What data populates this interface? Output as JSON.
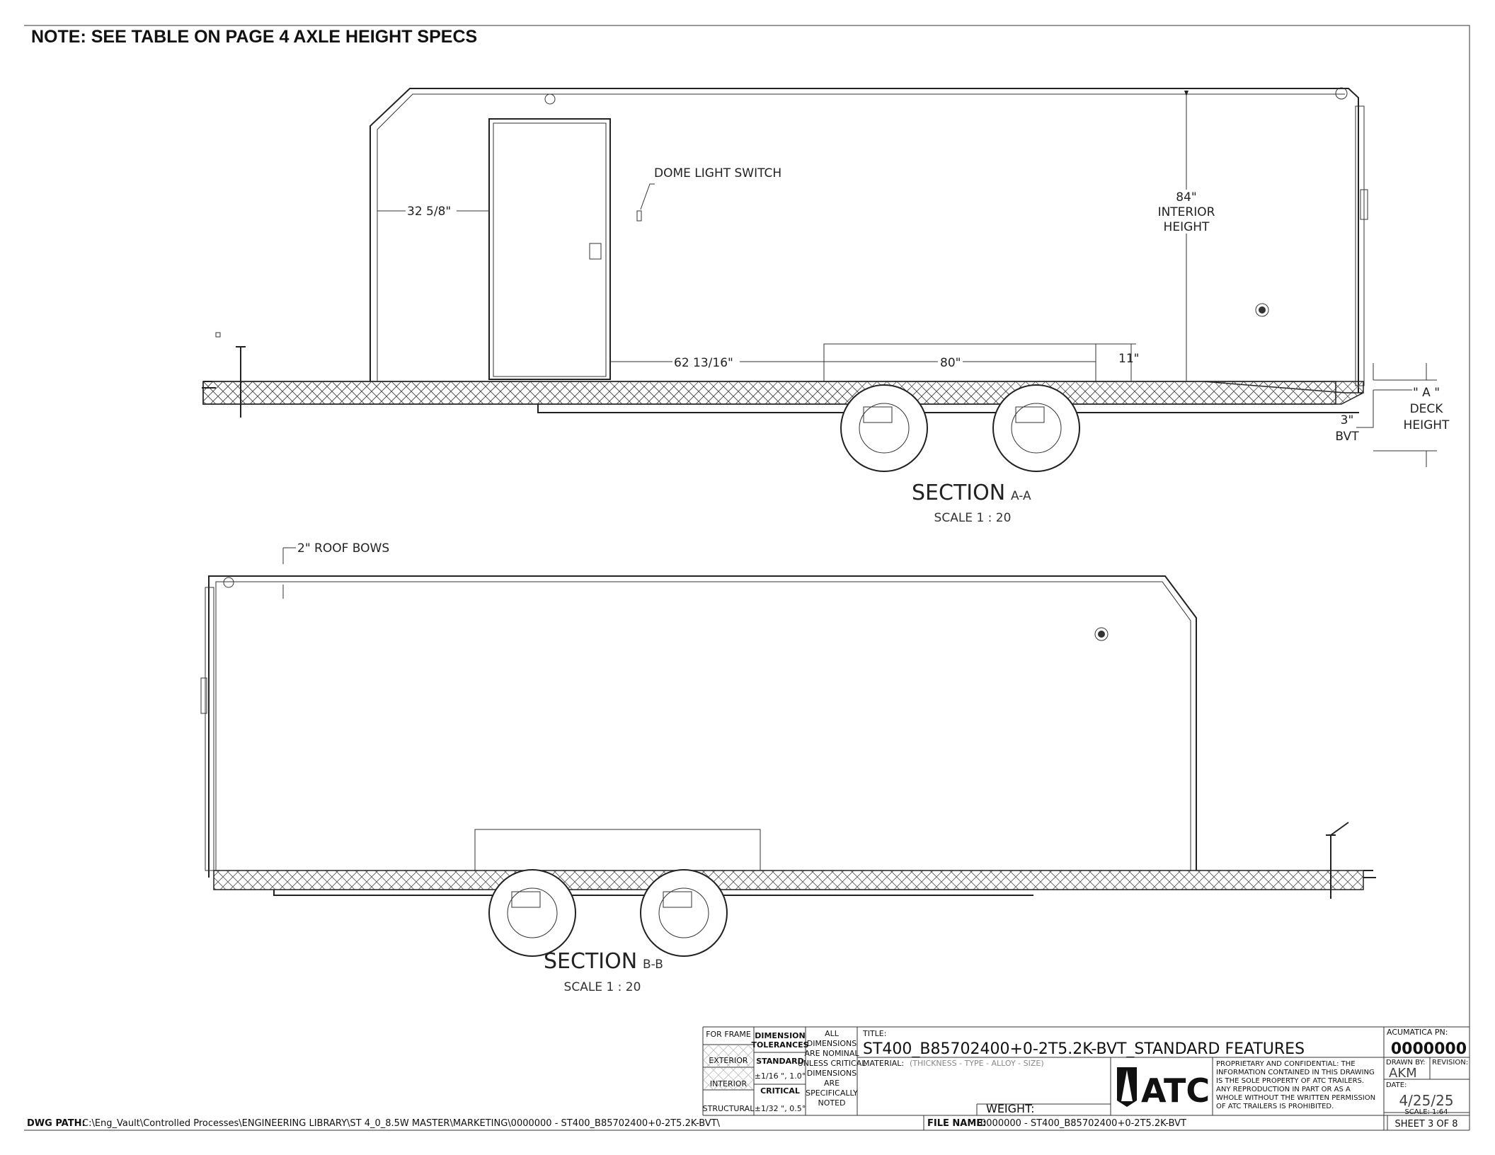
{
  "note": "NOTE: SEE TABLE ON PAGE 4 AXLE HEIGHT SPECS",
  "section_a": {
    "title": "SECTION",
    "suffix": "A-A",
    "scale": "SCALE 1 : 20",
    "dims": {
      "door_offset": "32 5/8\"",
      "dome_light": "DOME LIGHT SWITCH",
      "interior_height": [
        "84\"",
        "INTERIOR",
        "HEIGHT"
      ],
      "door_to_box": "62 13/16\"",
      "box_length": "80\"",
      "box_height": "11\"",
      "bvt": [
        "3\"",
        "BVT"
      ],
      "deck_height": [
        "\" A \"",
        "DECK",
        "HEIGHT"
      ]
    }
  },
  "section_b": {
    "title": "SECTION",
    "suffix": "B-B",
    "scale": "SCALE 1 : 20",
    "roof_bows": "2\" ROOF BOWS"
  },
  "title_block": {
    "legend": [
      "FOR FRAME",
      "EXTERIOR",
      "INTERIOR",
      "STRUCTURAL"
    ],
    "tolerances_header": [
      "DIMENSION",
      "TOLERANCES"
    ],
    "standard_label": "STANDARD",
    "standard_value": "±1/16 \", 1.0°",
    "critical_label": "CRITICAL",
    "critical_value": "±1/32 \", 0.5°",
    "nominal_note": [
      "ALL",
      "DIMENSIONS",
      "ARE NOMINAL",
      "UNLESS CRITICAL",
      "DIMENSIONS",
      "ARE",
      "SPECIFICALLY",
      "NOTED"
    ],
    "title_label": "TITLE:",
    "title": "ST400_B85702400+0-2T5.2K-BVT_STANDARD FEATURES",
    "material_label": "MATERIAL:",
    "material_value": "(THICKNESS - TYPE - ALLOY - SIZE)",
    "weight_label": "WEIGHT:",
    "logo_text": "ATC",
    "confidential": [
      "PROPRIETARY AND CONFIDENTIAL: THE",
      "INFORMATION CONTAINED IN THIS DRAWING",
      "IS THE SOLE PROPERTY OF ATC TRAILERS.",
      "ANY REPRODUCTION IN PART OR AS A",
      "WHOLE WITHOUT THE WRITTEN PERMISSION",
      "OF ATC TRAILERS IS PROHIBITED."
    ],
    "pn_label": "ACUMATICA PN:",
    "pn": "0000000",
    "drawn_by_label": "DRAWN BY:",
    "drawn_by": "AKM",
    "revision_label": "REVISION:",
    "date_label": "DATE:",
    "date": "4/25/25",
    "scale": "SCALE: 1:64",
    "sheet": "SHEET 3 OF 8"
  },
  "footer": {
    "dwg_path_label": "DWG PATH:",
    "dwg_path": "C:\\Eng_Vault\\Controlled Processes\\ENGINEERING LIBRARY\\ST 4_0_8.5W MASTER\\MARKETING\\0000000 - ST400_B85702400+0-2T5.2K-BVT\\",
    "file_name_label": "FILE NAME:",
    "file_name": "0000000 - ST400_B85702400+0-2T5.2K-BVT"
  }
}
